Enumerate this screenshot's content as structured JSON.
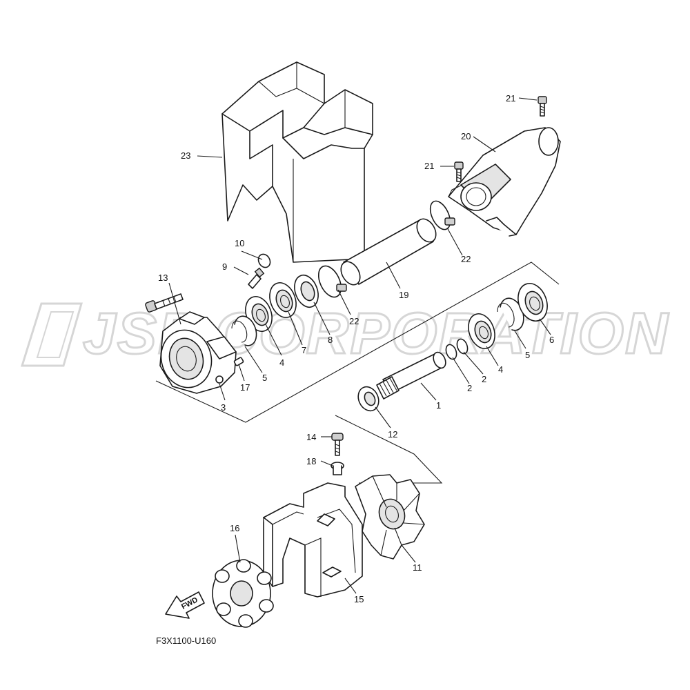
{
  "watermark": "JSP CORPORATION",
  "diagram_code": "F3X1100-U160",
  "fwd_label": "FWD",
  "callouts": {
    "c1": "1",
    "c2a": "2",
    "c2b": "2",
    "c3": "3",
    "c4a": "4",
    "c4b": "4",
    "c5a": "5",
    "c5b": "5",
    "c6": "6",
    "c7": "7",
    "c8": "8",
    "c9": "9",
    "c10": "10",
    "c11": "11",
    "c12": "12",
    "c13": "13",
    "c14": "14",
    "c15": "15",
    "c16": "16",
    "c17": "17",
    "c18": "18",
    "c19": "19",
    "c20": "20",
    "c21a": "21",
    "c21b": "21",
    "c22a": "22",
    "c22b": "22",
    "c23": "23"
  }
}
